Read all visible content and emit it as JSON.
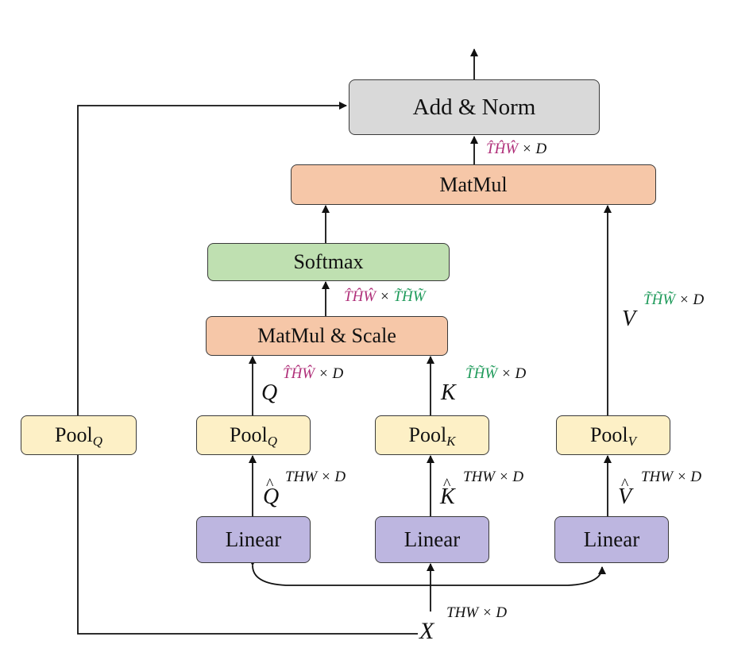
{
  "boxes": {
    "add_norm": "Add & Norm",
    "matmul": "MatMul",
    "softmax": "Softmax",
    "matmul_scale": "MatMul & Scale",
    "pool_base": "Pool",
    "pool_q_sub": "Q",
    "pool_k_sub": "K",
    "pool_v_sub": "V",
    "linear": "Linear"
  },
  "labels": {
    "input_var": "X",
    "q_var": "Q",
    "k_var": "K",
    "v_var": "V",
    "thw_d": "THW × D",
    "hat_thw": "T̂ĤŴ",
    "tilde_thw": "T̃H̃W̃",
    "times_d": " × D",
    "times": " × "
  },
  "colors": {
    "add_norm": "#d9d9d9",
    "matmul": "#f6c7a8",
    "softmax": "#bfe0b1",
    "pool": "#fdf0c6",
    "linear": "#bdb6e0",
    "hat_dims": "#b0307a",
    "tilde_dims": "#1e9a5a"
  }
}
